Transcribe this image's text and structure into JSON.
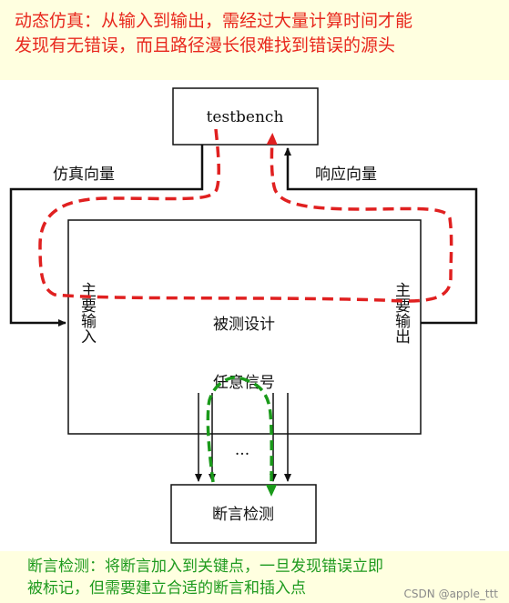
{
  "top_note": {
    "line1": "动态仿真：从输入到输出，需经过大量计算时间才能",
    "line2": "发现有无错误，而且路径漫长很难找到错误的源头"
  },
  "diagram": {
    "testbench_label": "testbench",
    "stimulus_label": "仿真向量",
    "response_label": "响应向量",
    "dut_label": "被测设计",
    "primary_input_label": "主要输入",
    "primary_output_label": "主要输出",
    "any_signal_label": "任意信号",
    "ellipsis_label": "...",
    "assertion_check_label": "断言检测"
  },
  "bottom_note": {
    "line1": "断言检测：将断言加入到关键点，一旦发现错误立即",
    "line2": "被标记，但需要建立合适的断言和插入点"
  },
  "watermark": "CSDN @apple_ttt",
  "colors": {
    "note_background": "#ffffe0",
    "top_note_text": "#e8281e",
    "bottom_note_text": "#1e9a1e",
    "red_path": "#e02020",
    "green_path": "#1a9a1a"
  }
}
